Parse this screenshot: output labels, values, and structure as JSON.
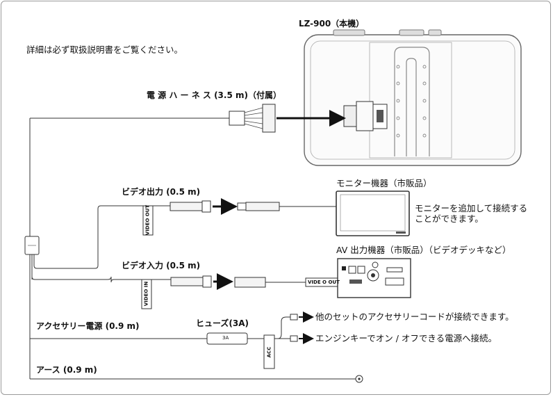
{
  "note": "詳細は必ず取扱説明書をご覧ください。",
  "main_unit": {
    "label": "LZ-900（本機）"
  },
  "power_harness": {
    "label": "電 源 ハ ー ネ ス (3.5 m)（付属）"
  },
  "video_out": {
    "label": "ビデオ出力 (0.5 m)",
    "tag": "VIDEO OUT"
  },
  "video_in": {
    "label": "ビデオ入力 (0.5 m)",
    "tag": "VIDEO IN"
  },
  "monitor": {
    "label": "モニター機器（市販品）",
    "note_line1": "モニターを追加して接続する",
    "note_line2": "ことができます。"
  },
  "av_device": {
    "label": "AV 出力機器（市販品）（ビデオデッキなど）",
    "port_label": "VIDE O OUT"
  },
  "accessory_power": {
    "label": "アクセサリー電源 (0.9 m)",
    "tag": "ACC"
  },
  "fuse": {
    "label": "ヒューズ(3A)",
    "rating": "3A"
  },
  "accessory_outputs": {
    "line1": "他のセットのアクセサリーコードが接続できます。",
    "line2": "エンジンキーでオン / オフできる電源へ接続。"
  },
  "ground": {
    "label": "アース (0.9 m)"
  }
}
